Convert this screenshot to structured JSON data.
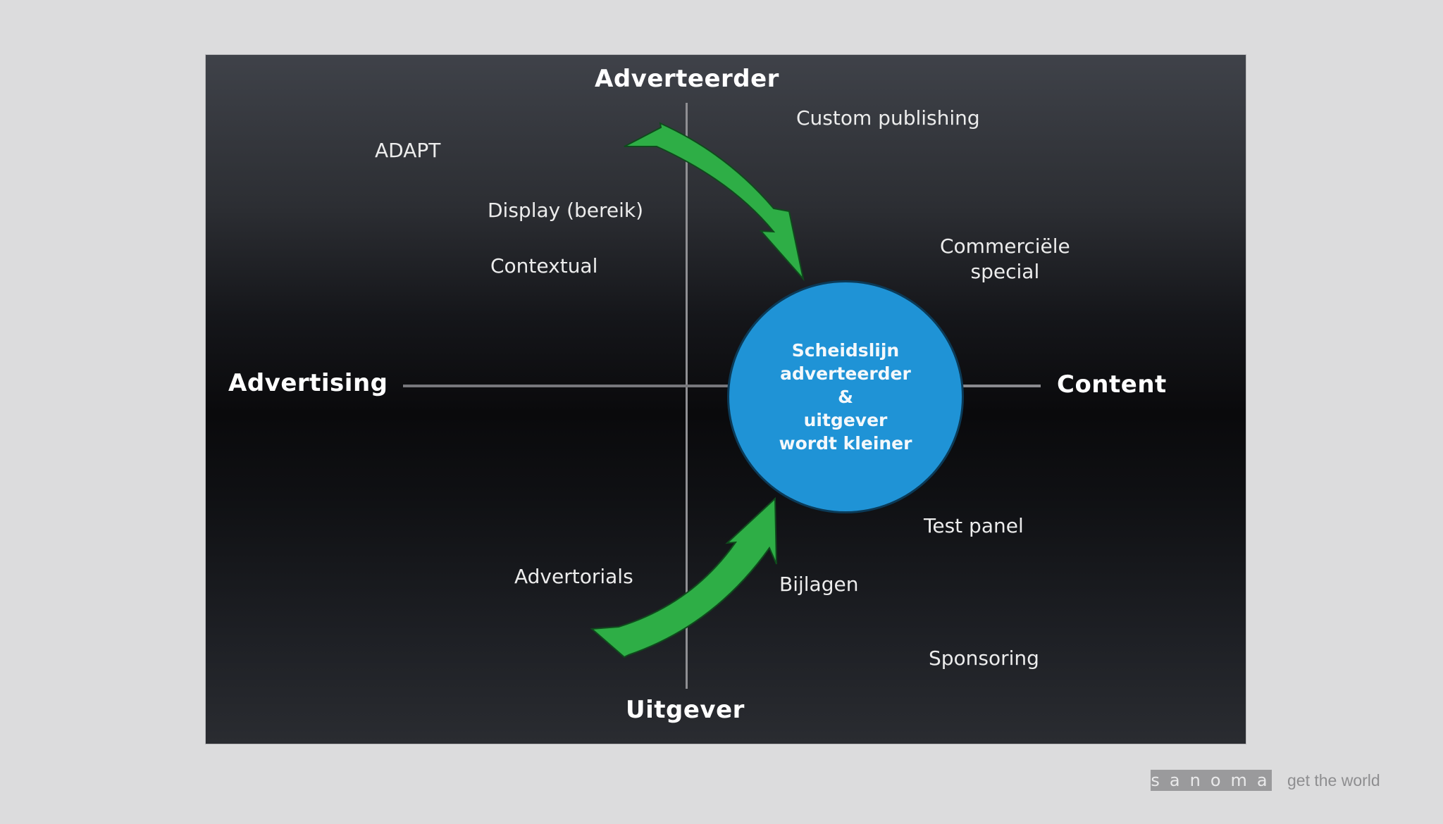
{
  "diagram": {
    "poles": {
      "top": "Adverteerder",
      "bottom": "Uitgever",
      "left": "Advertising",
      "right": "Content"
    },
    "center": {
      "lines": [
        "Scheidslijn",
        "adverteerder",
        "&",
        "uitgever",
        "wordt kleiner"
      ],
      "color": "#1f93d6"
    },
    "items": {
      "adapt": "ADAPT",
      "display": "Display (bereik)",
      "contextual": "Contextual",
      "custom_publishing": "Custom publishing",
      "commerciele_special_line1": "Commerciële",
      "commerciele_special_line2": "special",
      "test_panel": "Test panel",
      "bijlagen": "Bijlagen",
      "sponsoring": "Sponsoring",
      "advertorials": "Advertorials"
    },
    "arrows": [
      {
        "name": "top-arrow",
        "from": "Adverteerder",
        "to": "center",
        "color": "#2eae46"
      },
      {
        "name": "bottom-arrow",
        "from": "Uitgever",
        "to": "center",
        "color": "#2eae46"
      }
    ],
    "colors": {
      "background": "#dcdcdd",
      "slide_top": "#3f4249",
      "slide_middle": "#0a0a0c",
      "arrow_green": "#2eae46"
    }
  },
  "footer": {
    "brand": "sanoma",
    "tagline": "get the world"
  }
}
